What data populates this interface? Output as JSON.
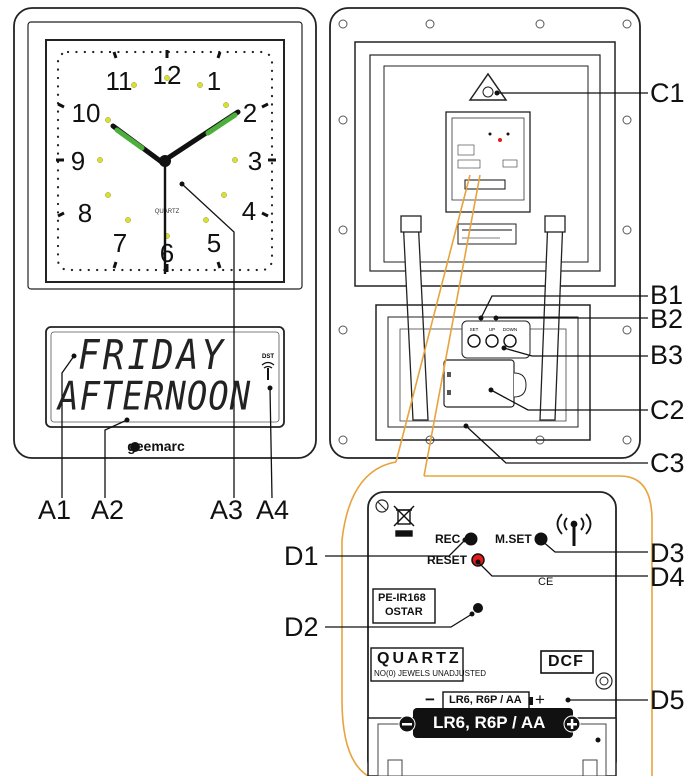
{
  "clock_front": {
    "numerals": [
      "12",
      "1",
      "2",
      "3",
      "4",
      "5",
      "6",
      "7",
      "8",
      "9",
      "10",
      "11"
    ],
    "dial_text": "QUARTZ",
    "lcd_day": "FRIDAY",
    "lcd_period": "AFTERNOON",
    "dst_label": "DST",
    "brand": "geemarc"
  },
  "clock_back": {
    "buttons": [
      "SET",
      "UP",
      "DOWN"
    ]
  },
  "detail": {
    "rec_label": "REC",
    "mset_label": "M.SET",
    "reset_label": "RESET",
    "ce_mark": "CE",
    "model_line1": "PE-IR168",
    "model_line2": "OSTAR",
    "quartz_title": "QUARTZ",
    "quartz_sub": "NO(0) JEWELS UNADJUSTED",
    "dcf_label": "DCF",
    "small_battery": "LR6, R6P / AA",
    "big_battery": "LR6, R6P / AA",
    "minus_sign": "−",
    "plus_sign": "+"
  },
  "callouts": {
    "A1": "A1",
    "A2": "A2",
    "A3": "A3",
    "A4": "A4",
    "B1": "B1",
    "B2": "B2",
    "B3": "B3",
    "C1": "C1",
    "C2": "C2",
    "C3": "C3",
    "D1": "D1",
    "D2": "D2",
    "D3": "D3",
    "D4": "D4",
    "D5": "D5"
  },
  "colors": {
    "accent_orange": "#E8A33C",
    "green_hand": "#4CAF3C",
    "reset_red": "#E31B1B"
  }
}
